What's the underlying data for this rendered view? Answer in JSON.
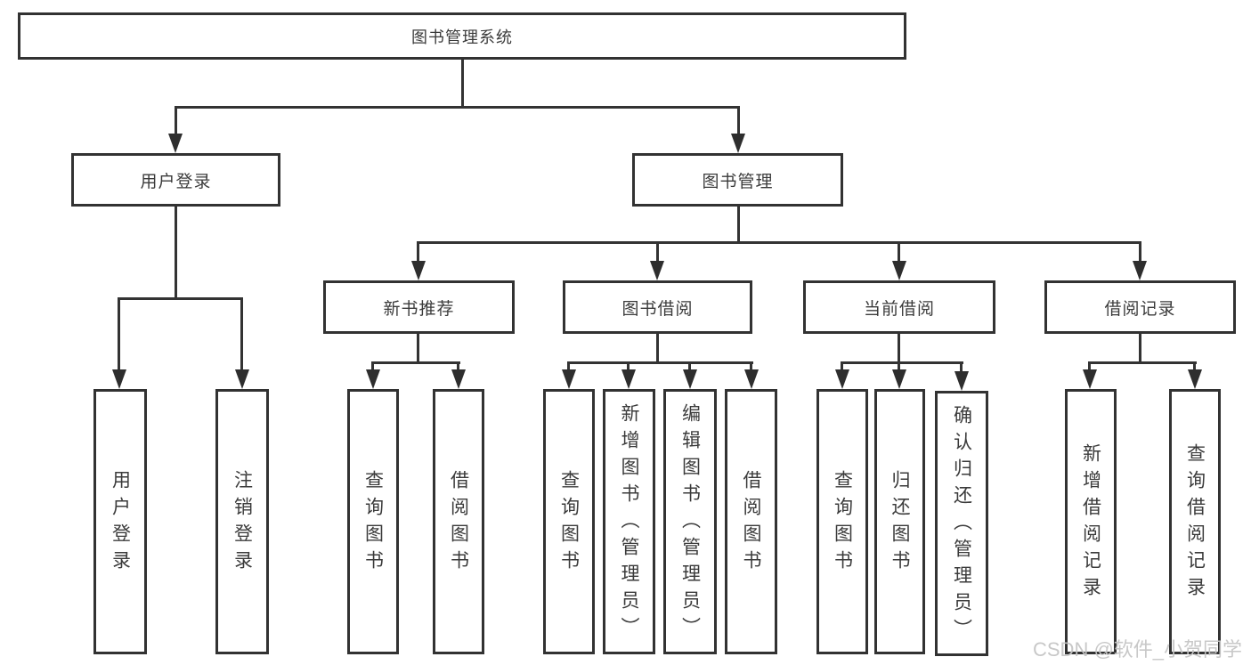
{
  "diagram": {
    "title": "图书管理系统",
    "level2": {
      "user_login": "用户登录",
      "book_management": "图书管理"
    },
    "level3": {
      "new_book_recommend": "新书推荐",
      "book_borrow": "图书借阅",
      "current_borrow": "当前借阅",
      "borrow_record": "借阅记录"
    },
    "leaves": {
      "user_login": "用户登录",
      "logout": "注销登录",
      "rec_query_book": "查询图书",
      "rec_borrow_book": "借阅图书",
      "bb_query_book": "查询图书",
      "bb_add_book": "新增图书（管理员）",
      "bb_edit_book": "编辑图书（管理员）",
      "bb_borrow_book": "借阅图书",
      "cb_query_book": "查询图书",
      "cb_return_book": "归还图书",
      "cb_confirm_return": "确认归还（管理员）",
      "br_add_record": "新增借阅记录",
      "br_query_record": "查询借阅记录"
    }
  },
  "watermark": "CSDN @软件_小贺同学",
  "colors": {
    "line": "#333333",
    "box_border": "#323232",
    "text": "#3b3b3b",
    "watermark": "#c5c5c5",
    "background": "#ffffff"
  }
}
